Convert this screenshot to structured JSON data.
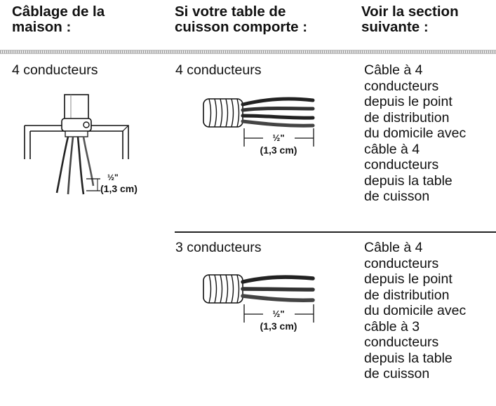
{
  "headers": {
    "house_wiring": [
      "Câblage de la",
      "maison :"
    ],
    "cooktop_has": [
      "Si votre table de",
      "cuisson comporte :"
    ],
    "see_section": [
      "Voir la section",
      "suivante :"
    ]
  },
  "house_wiring_value": "4 conducteurs",
  "rows": [
    {
      "cooktop_label": "4 conducteurs",
      "section_lines": [
        "Câble à 4",
        "conducteurs",
        "depuis le point",
        "de distribution",
        "du domicile avec",
        "câble à 4",
        "conducteurs",
        "depuis la table",
        "de cuisson"
      ],
      "dimension": {
        "fraction": "½\"",
        "metric": "(1,3 cm)"
      }
    },
    {
      "cooktop_label": "3 conducteurs",
      "section_lines": [
        "Câble à 4",
        "conducteurs",
        "depuis le point",
        "de distribution",
        "du domicile avec",
        "câble à 3",
        "conducteurs",
        "depuis la table",
        "de cuisson"
      ],
      "dimension": {
        "fraction": "½\"",
        "metric": "(1,3 cm)"
      }
    }
  ],
  "house_dimension": {
    "fraction": "½\"",
    "metric": "(1,3 cm)"
  }
}
